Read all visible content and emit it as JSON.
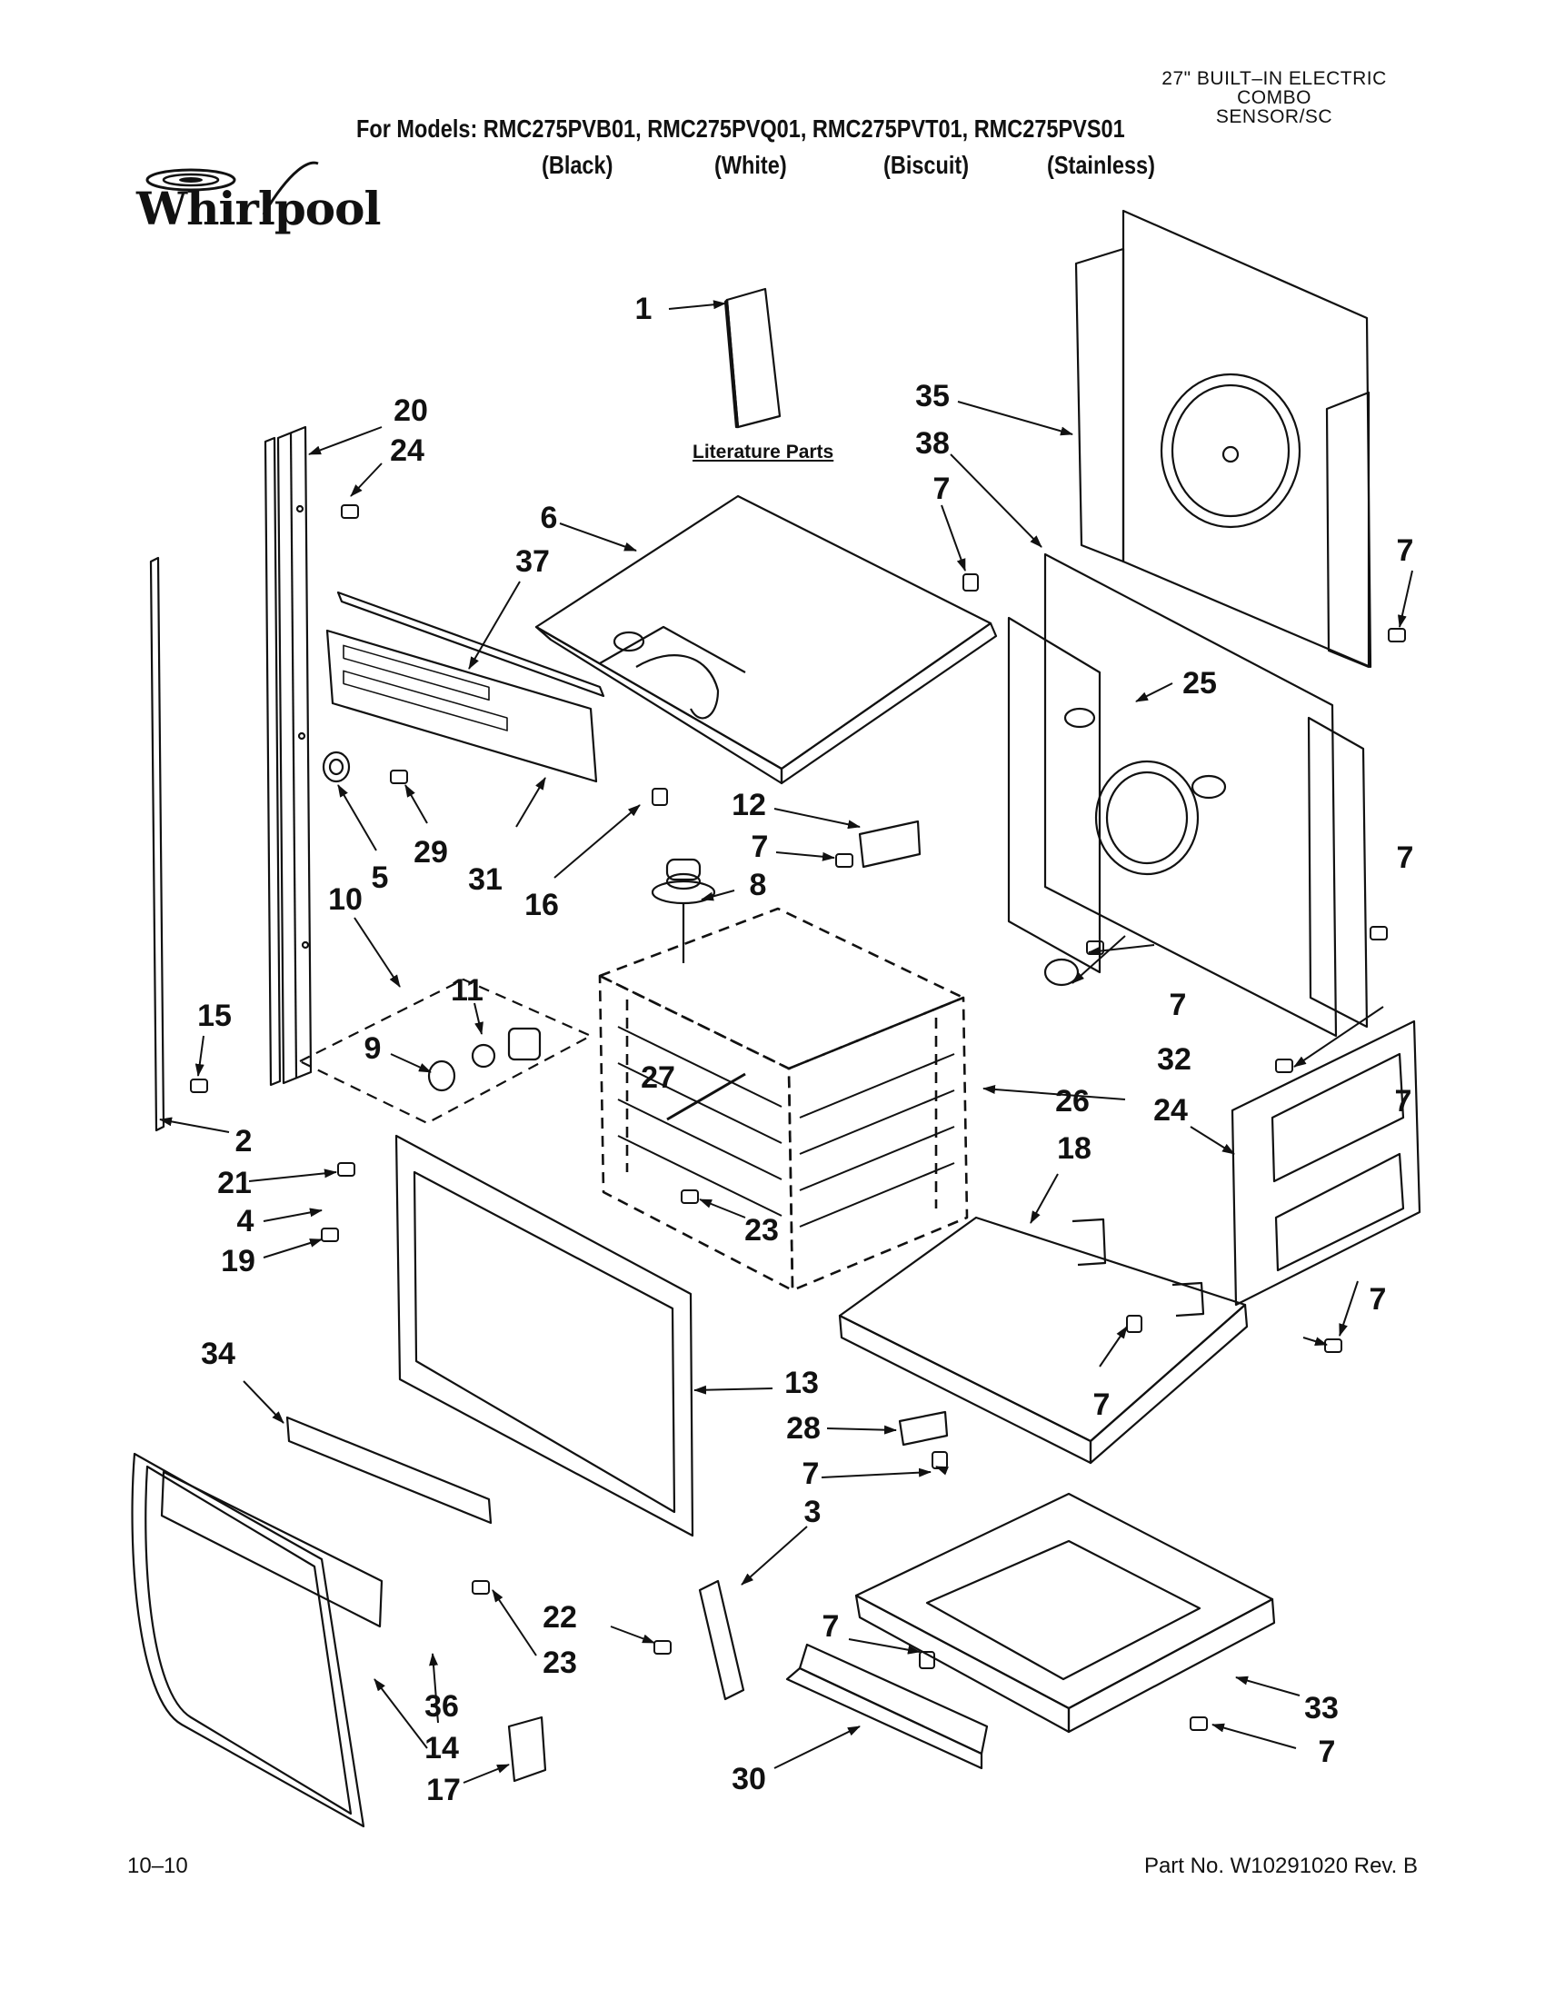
{
  "header": {
    "product_lines": [
      "27\" BUILT–IN ELECTRIC",
      "COMBO",
      "SENSOR/SC"
    ],
    "models_line": "For Models: RMC275PVB01, RMC275PVQ01, RMC275PVT01, RMC275PVS01",
    "finishes": [
      "(Black)",
      "(White)",
      "(Biscuit)",
      "(Stainless)"
    ]
  },
  "logo": {
    "text": "Whirlpool"
  },
  "diagram": {
    "literature_label": "Literature Parts",
    "callouts": [
      "1",
      "20",
      "24",
      "35",
      "38",
      "7",
      "6",
      "37",
      "7",
      "25",
      "12",
      "7",
      "5",
      "29",
      "31",
      "16",
      "8",
      "10",
      "11",
      "15",
      "9",
      "27",
      "26",
      "24",
      "18",
      "2",
      "21",
      "4",
      "23",
      "19",
      "13",
      "34",
      "28",
      "7",
      "3",
      "22",
      "23",
      "36",
      "14",
      "17",
      "30",
      "7",
      "33",
      "7",
      "7",
      "7",
      "7",
      "7",
      "32",
      "7"
    ]
  },
  "footer": {
    "date_code": "10–10",
    "part_number": "Part No. W10291020 Rev. B"
  }
}
